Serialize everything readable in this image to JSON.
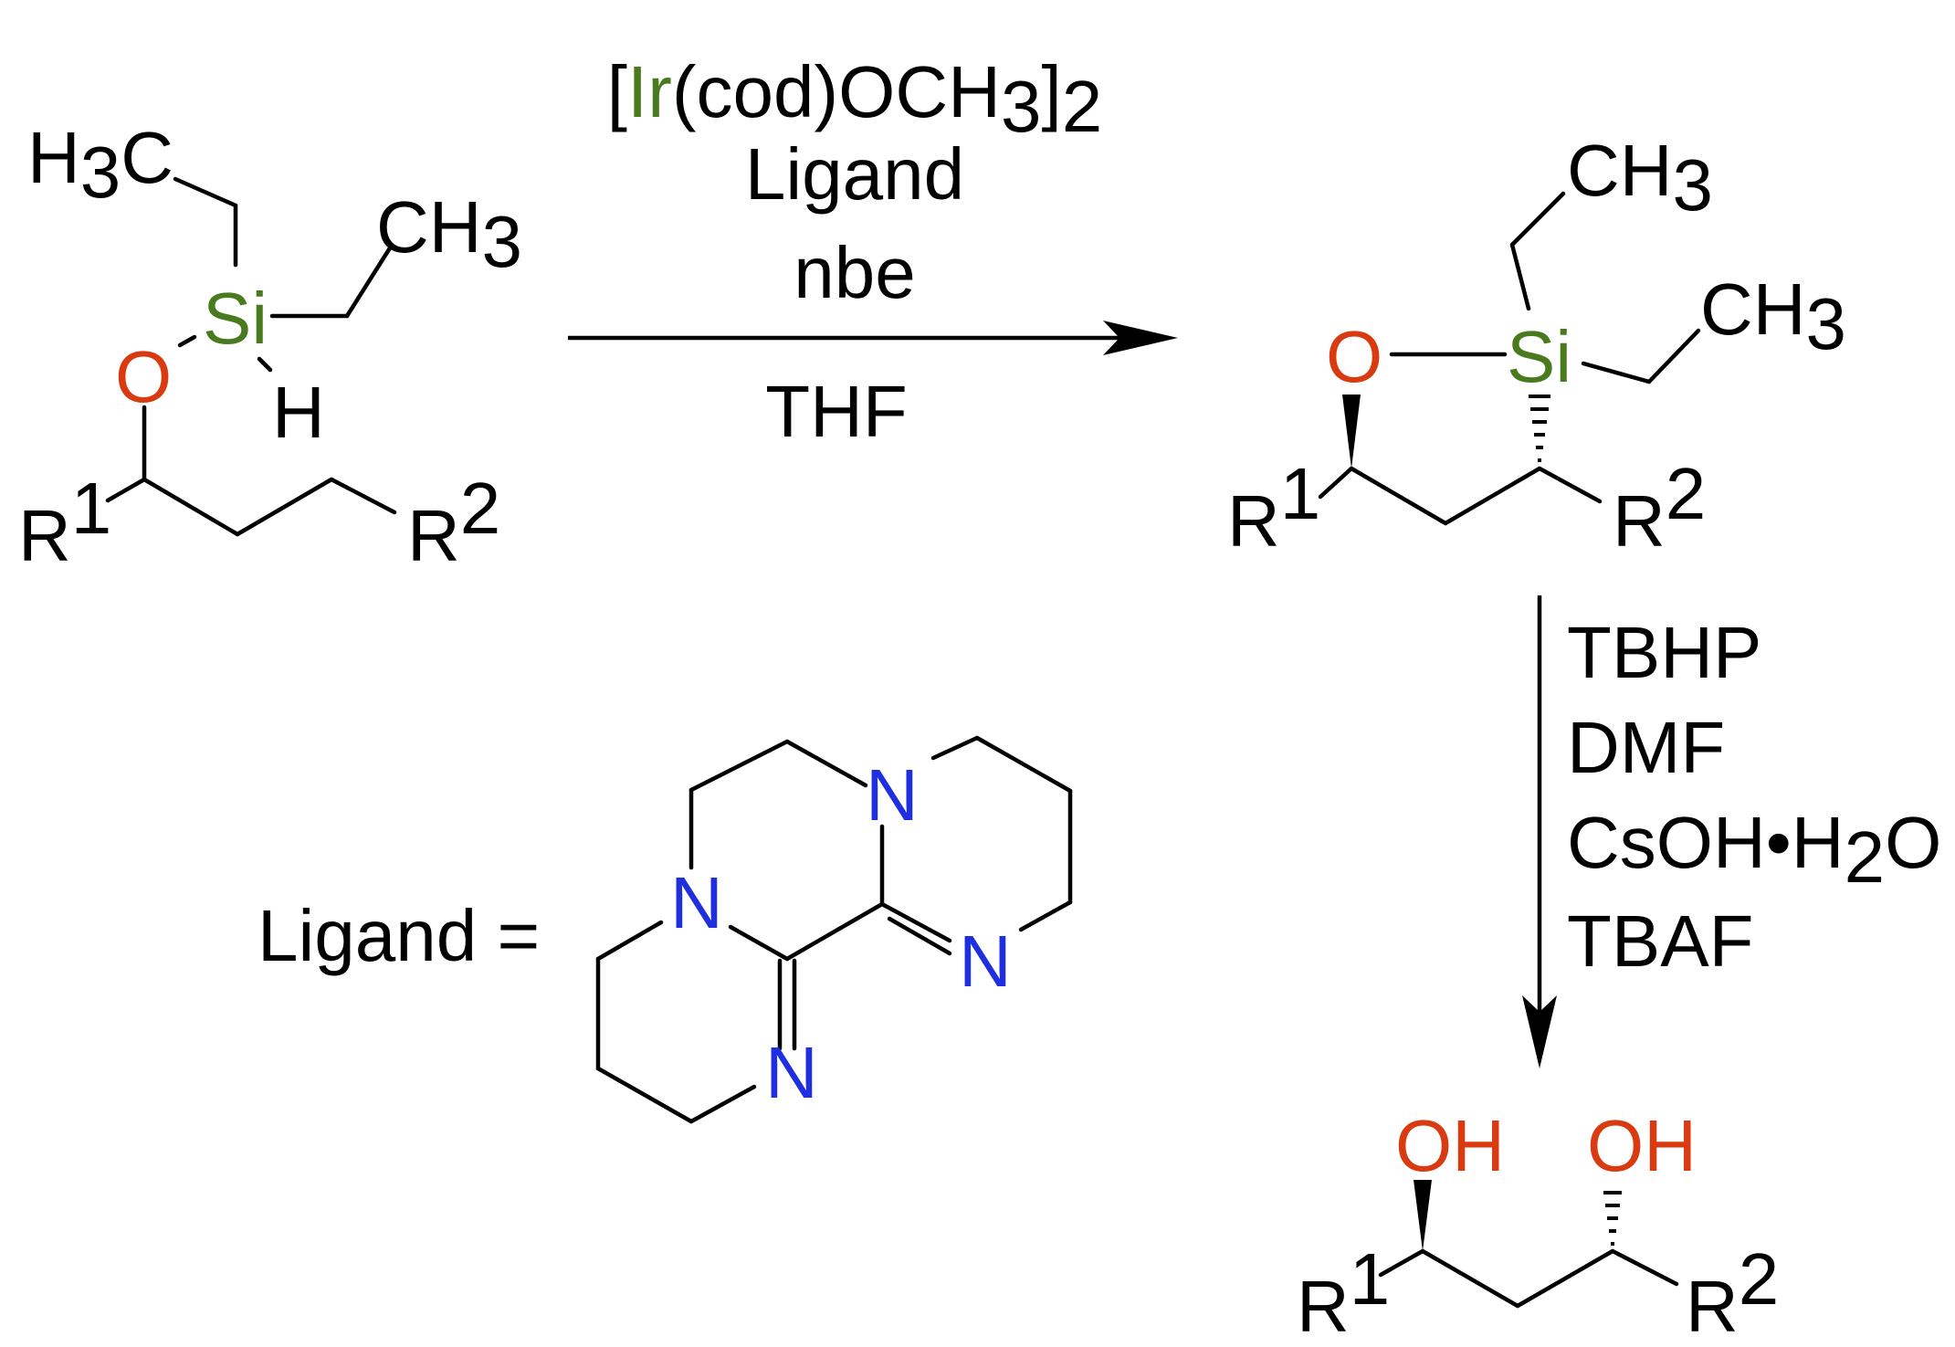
{
  "colors": {
    "silicon": "#4a7a1e",
    "oxygen": "#d93a10",
    "nitrogen": "#1f2ee0",
    "iridium": "#4a7a1e",
    "bond": "#000000"
  },
  "starting_material": {
    "h3c": {
      "main": "H",
      "sub": "3",
      "tail": "C"
    },
    "ch3": {
      "main": "CH",
      "sub": "3"
    },
    "si": "Si",
    "o": "O",
    "h": "H",
    "r1": {
      "main": "R",
      "sup": "1"
    },
    "r2": {
      "main": "R",
      "sup": "2"
    }
  },
  "reagents_step1": {
    "catalyst": {
      "open": "[",
      "metal": "Ir",
      "mid": "(cod)OCH",
      "sub1": "3",
      "close": "]",
      "sub2": "2"
    },
    "ligand": "Ligand",
    "additive": "nbe",
    "solvent": "THF"
  },
  "oxasilolane": {
    "ch3_top": {
      "main": "CH",
      "sub": "3"
    },
    "ch3_right": {
      "main": "CH",
      "sub": "3"
    },
    "o": "O",
    "si": "Si",
    "r1": {
      "main": "R",
      "sup": "1"
    },
    "r2": {
      "main": "R",
      "sup": "2"
    }
  },
  "reagents_step2": {
    "lines": [
      "TBHP",
      "DMF"
    ],
    "base": {
      "pre": "CsOH•H",
      "sub": "2",
      "post": "O"
    },
    "fluoride": "TBAF"
  },
  "diol": {
    "oh_left": "OH",
    "oh_right": "OH",
    "r1": {
      "main": "R",
      "sup": "1"
    },
    "r2": {
      "main": "R",
      "sup": "2"
    }
  },
  "ligand_structure": {
    "label": "Ligand =",
    "n_labels": [
      "N",
      "N",
      "N",
      "N"
    ]
  }
}
